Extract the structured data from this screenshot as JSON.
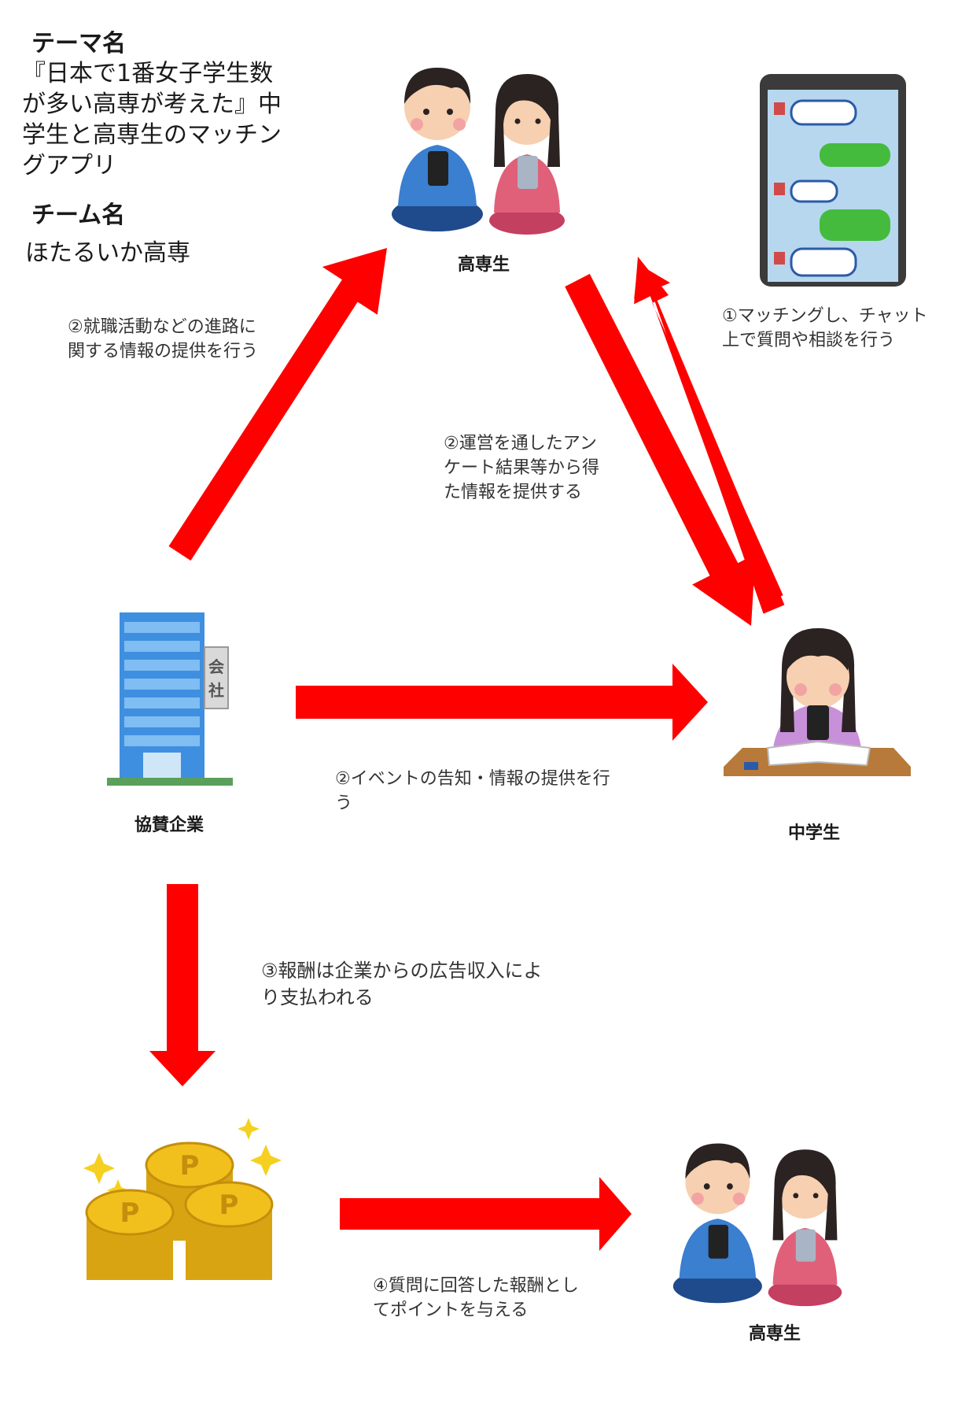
{
  "theme": {
    "heading": "テーマ名",
    "lines": [
      "『日本で1番女子学生数",
      "が多い高専が考えた』中",
      "学生と高専生のマッチン",
      "グアプリ"
    ]
  },
  "team": {
    "heading": "チーム名",
    "name": "ほたるいか高専"
  },
  "nodes": {
    "kosen_top": "高専生",
    "junior_high": "中学生",
    "sponsor": "協賛企業",
    "kosen_bottom": "高専生"
  },
  "building_sign": [
    "会",
    "社"
  ],
  "coin_letter": "P",
  "captions": {
    "matching": [
      "①マッチングし、チャット",
      "上で質問や相談を行う"
    ],
    "career": [
      "②就職活動などの進路に",
      "関する情報の提供を行う"
    ],
    "survey": [
      "②運営を通したアン",
      "ケート結果等から得",
      "た情報を提供する"
    ],
    "event": [
      "②イベントの告知・情報の提供を行",
      "う"
    ],
    "reward_source": [
      "③報酬は企業からの広告収入によ",
      "り支払われる"
    ],
    "points": [
      "④質問に回答した報酬とし",
      "てポイントを与える"
    ]
  },
  "colors": {
    "arrow": "#ff0000",
    "shirt_boy": "#3a7fd0",
    "shirt_girl": "#e0607a",
    "hair": "#2b2222",
    "building": "#3f8fe0",
    "coin": "#f2c01c",
    "chat_green": "#44bb3d"
  }
}
